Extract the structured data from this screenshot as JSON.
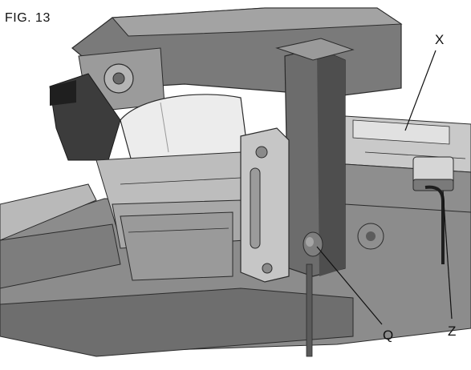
{
  "figure": {
    "label": "FIG. 13"
  },
  "callouts": {
    "x": "X",
    "q": "Q",
    "z": "Z"
  },
  "colors": {
    "background": "#ffffff",
    "body_dark": "#5a5a5a",
    "body_mid": "#8c8c8c",
    "body_light": "#b9b9b9",
    "highlight": "#d9d9d9",
    "outline": "#2b2b2b"
  }
}
